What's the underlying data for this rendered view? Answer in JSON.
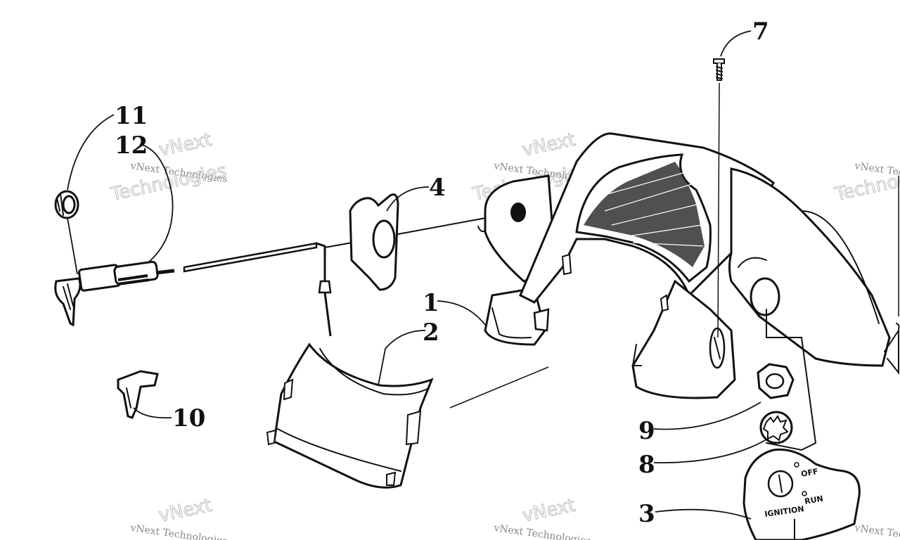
{
  "callouts": {
    "c1": "1",
    "c2": "2",
    "c3": "3",
    "c4": "4",
    "c7": "7",
    "c8": "8",
    "c9": "9",
    "c10": "10",
    "c11": "11",
    "c12": "12"
  },
  "switch_plate": {
    "off": "OFF",
    "run": "RUN",
    "ignition": "IGNITION"
  },
  "watermark": {
    "brand": "vNext",
    "company": "vNext Technologies",
    "word": "Technologies"
  }
}
